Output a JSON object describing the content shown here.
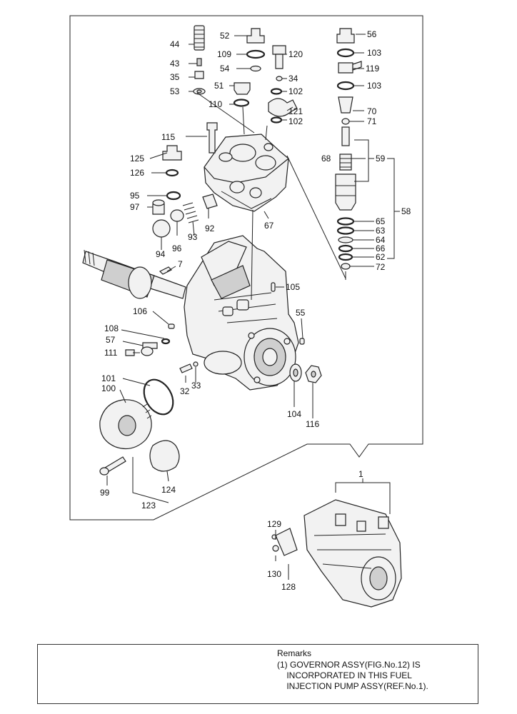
{
  "callouts": [
    {
      "id": "44",
      "text": "44"
    },
    {
      "id": "43",
      "text": "43"
    },
    {
      "id": "35",
      "text": "35"
    },
    {
      "id": "53",
      "text": "53"
    },
    {
      "id": "52",
      "text": "52"
    },
    {
      "id": "109",
      "text": "109"
    },
    {
      "id": "54",
      "text": "54"
    },
    {
      "id": "51",
      "text": "51"
    },
    {
      "id": "110",
      "text": "110"
    },
    {
      "id": "120",
      "text": "120"
    },
    {
      "id": "34",
      "text": "34"
    },
    {
      "id": "102a",
      "text": "102"
    },
    {
      "id": "121",
      "text": "121"
    },
    {
      "id": "102b",
      "text": "102"
    },
    {
      "id": "56",
      "text": "56"
    },
    {
      "id": "103a",
      "text": "103"
    },
    {
      "id": "119",
      "text": "119"
    },
    {
      "id": "103b",
      "text": "103"
    },
    {
      "id": "70",
      "text": "70"
    },
    {
      "id": "71",
      "text": "71"
    },
    {
      "id": "115",
      "text": "115"
    },
    {
      "id": "125",
      "text": "125"
    },
    {
      "id": "126",
      "text": "126"
    },
    {
      "id": "68",
      "text": "68"
    },
    {
      "id": "59",
      "text": "59"
    },
    {
      "id": "58",
      "text": "58"
    },
    {
      "id": "95",
      "text": "95"
    },
    {
      "id": "97",
      "text": "97"
    },
    {
      "id": "93",
      "text": "93"
    },
    {
      "id": "92",
      "text": "92"
    },
    {
      "id": "67",
      "text": "67"
    },
    {
      "id": "96",
      "text": "96"
    },
    {
      "id": "94",
      "text": "94"
    },
    {
      "id": "65",
      "text": "65"
    },
    {
      "id": "63",
      "text": "63"
    },
    {
      "id": "64",
      "text": "64"
    },
    {
      "id": "66",
      "text": "66"
    },
    {
      "id": "62",
      "text": "62"
    },
    {
      "id": "72",
      "text": "72"
    },
    {
      "id": "7",
      "text": "7"
    },
    {
      "id": "105",
      "text": "105"
    },
    {
      "id": "106",
      "text": "106"
    },
    {
      "id": "55",
      "text": "55"
    },
    {
      "id": "108",
      "text": "108"
    },
    {
      "id": "57",
      "text": "57"
    },
    {
      "id": "111",
      "text": "111"
    },
    {
      "id": "101",
      "text": "101"
    },
    {
      "id": "100",
      "text": "100"
    },
    {
      "id": "32",
      "text": "32"
    },
    {
      "id": "33",
      "text": "33"
    },
    {
      "id": "104",
      "text": "104"
    },
    {
      "id": "116",
      "text": "116"
    },
    {
      "id": "99",
      "text": "99"
    },
    {
      "id": "124",
      "text": "124"
    },
    {
      "id": "123",
      "text": "123"
    },
    {
      "id": "1",
      "text": "1"
    },
    {
      "id": "129",
      "text": "129"
    },
    {
      "id": "130",
      "text": "130"
    },
    {
      "id": "128",
      "text": "128"
    }
  ],
  "remarks": {
    "title": "Remarks",
    "text": "(1) GOVERNOR ASSY(FIG.No.12) IS\n    INCORPORATED IN THIS FUEL\n    INJECTION PUMP ASSY(REF.No.1)."
  }
}
